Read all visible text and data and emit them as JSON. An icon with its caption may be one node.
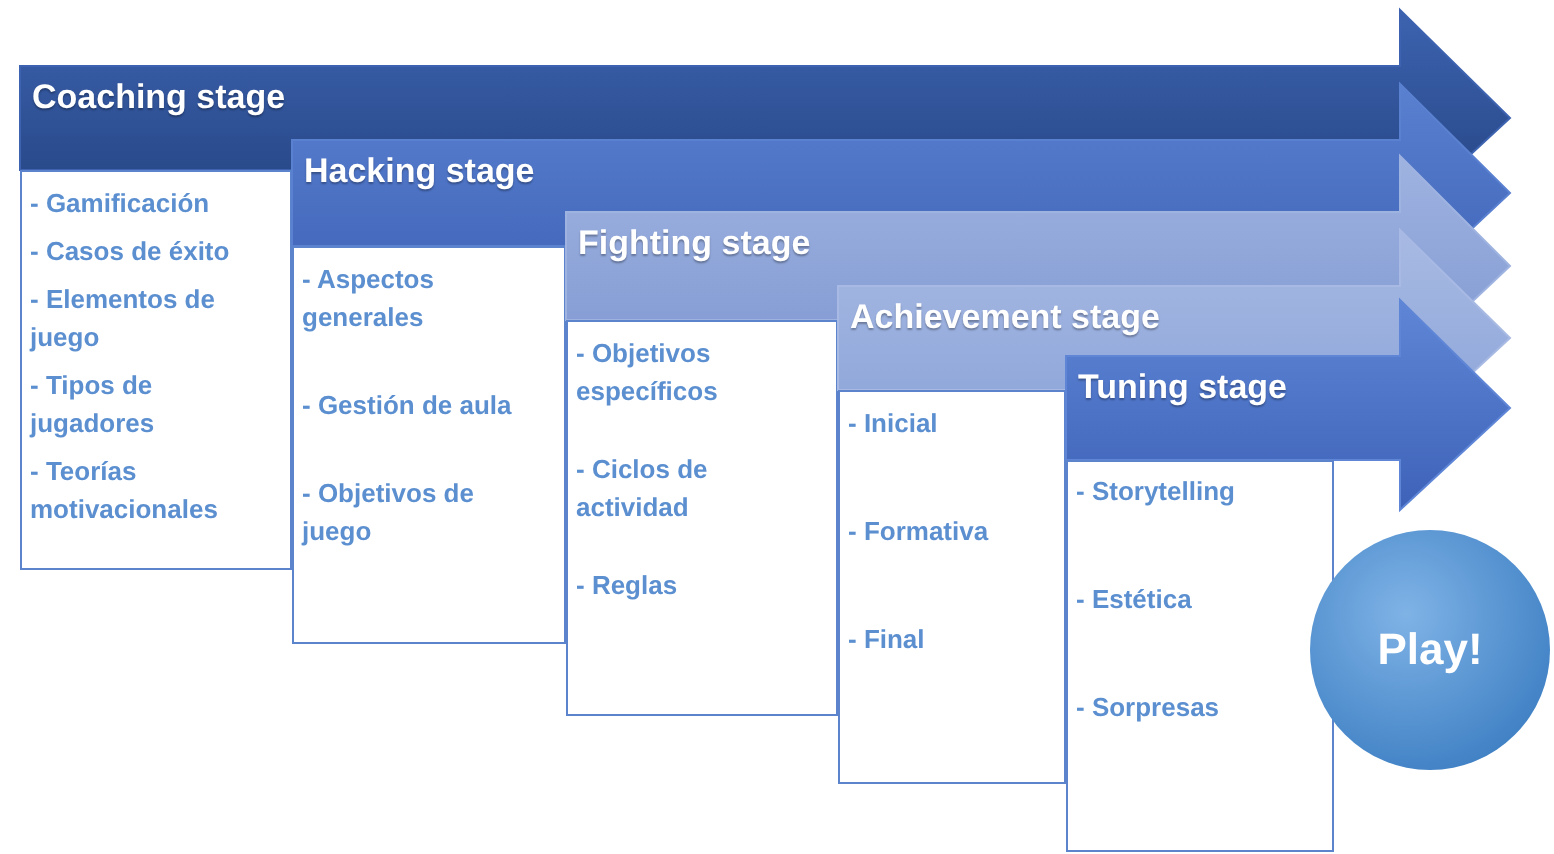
{
  "diagram": {
    "nodes": [
      {
        "text": [
          "Coaching stage"
        ]
      },
      {
        "text": [
          "- Gamificación",
          "- Casos de éxito",
          "- Elementos de juego",
          "- Tipos de jugadores",
          "- Teorías motivacionales"
        ]
      },
      {
        "text": [
          "Hacking stage"
        ]
      },
      {
        "text": [
          "- Aspectos generales",
          "- Gestión de aula",
          "- Objetivos de juego"
        ]
      },
      {
        "text": [
          "Fighting stage"
        ]
      },
      {
        "text": [
          "- Objetivos específicos",
          "- Ciclos de actividad",
          "- Reglas"
        ]
      },
      {
        "text": [
          "Achievement stage"
        ]
      },
      {
        "text": [
          "- Inicial",
          "- Formativa",
          "- Final"
        ]
      },
      {
        "text": [
          "Tuning stage"
        ]
      },
      {
        "text": [
          "- Storytelling",
          "- Estética",
          "- Sorpresas"
        ]
      },
      {
        "text": [
          "Play!"
        ]
      }
    ]
  }
}
